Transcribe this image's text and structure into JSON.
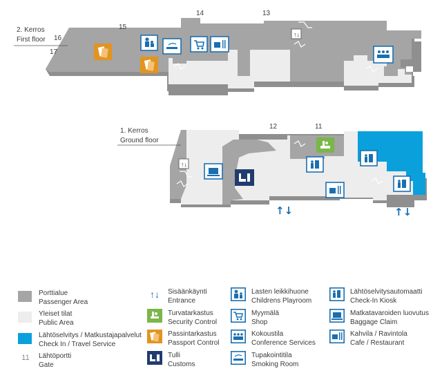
{
  "colors": {
    "passenger_area": "#a5a5a5",
    "public_area": "#ededed",
    "check_in": "#0aa0dc",
    "icon_blue": "#1a6fb0",
    "icon_green": "#7ab648",
    "icon_orange": "#e2941f",
    "icon_navy": "#1f3c6e"
  },
  "floors": {
    "upper": {
      "label_fi": "2. Kerros",
      "label_en": "First floor"
    },
    "lower": {
      "label_fi": "1. Kerros",
      "label_en": "Ground floor"
    }
  },
  "gates": {
    "upper": [
      "16",
      "17",
      "15",
      "14",
      "13"
    ],
    "lower": [
      "12",
      "11"
    ]
  },
  "legend": [
    {
      "fi": "Porttialue",
      "en": "Passenger Area",
      "symbol": "swatch-passenger"
    },
    {
      "fi": "Yleiset tilat",
      "en": "Public Area",
      "symbol": "swatch-public"
    },
    {
      "fi": "Lähtöselvitys / Matkustajapalvelut",
      "en": "Check In / Travel Service",
      "symbol": "swatch-checkin"
    },
    {
      "fi": "Lähtöportti",
      "en": "Gate",
      "symbol": "gate-number",
      "sample": "11"
    },
    {
      "fi": "Sisäänkäynti",
      "en": "Entrance",
      "symbol": "entrance-arrows-icon"
    },
    {
      "fi": "Turvatarkastus",
      "en": "Security Control",
      "symbol": "security-icon"
    },
    {
      "fi": "Passintarkastus",
      "en": "Passport Control",
      "symbol": "passport-icon"
    },
    {
      "fi": "Tulli",
      "en": "Customs",
      "symbol": "customs-icon"
    },
    {
      "fi": "Lasten leikkihuone",
      "en": "Childrens Playroom",
      "symbol": "playroom-icon"
    },
    {
      "fi": "Myymälä",
      "en": "Shop",
      "symbol": "shop-icon"
    },
    {
      "fi": "Kokoustila",
      "en": "Conference Services",
      "symbol": "conference-icon"
    },
    {
      "fi": "Tupakointitila",
      "en": "Smoking Room",
      "symbol": "smoking-icon"
    },
    {
      "fi": "Lähtöselvitysautomaatti",
      "en": "Check-In Kiosk",
      "symbol": "kiosk-icon"
    },
    {
      "fi": "Matkatavaroiden luovutus",
      "en": "Baggage Claim",
      "symbol": "baggage-icon"
    },
    {
      "fi": "Kahvila / Ravintola",
      "en": "Cafe / Restaurant",
      "symbol": "cafe-icon"
    }
  ]
}
